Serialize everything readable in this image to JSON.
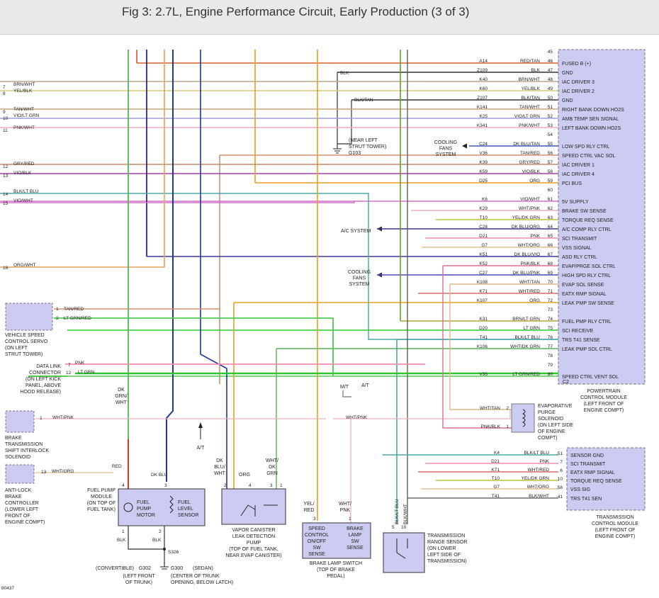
{
  "title": "Fig 3: 2.7L, Engine Performance Circuit, Early Production (3 of 3)",
  "figure_id": "80437",
  "colors": {
    "red_tan": "#d4602a",
    "blk": "#333333",
    "brn_wht": "#b8a589",
    "yel_blk": "#d9c879",
    "tan_wht": "#c9a77a",
    "vio_ltgrn": "#9ea0d8",
    "pnk_wht": "#f0a8c8",
    "gry_red": "#c98a6a",
    "vio_blk": "#a040a0",
    "blk_ltblu": "#4aa8a8",
    "vio_wht": "#d070c8",
    "org_wht": "#e3a260",
    "dkblu": "#2a4aa8",
    "org": "#e8a020",
    "ltgrn": "#2ec82e",
    "ltgrn_red": "#50c850",
    "module_fill": "#ccccf2",
    "module_stroke": "#777777"
  },
  "pcm": {
    "name_lines": [
      "POWERTRAIN",
      "CONTROL MODULE",
      "(LEFT FRONT OF",
      "ENGINE COMPT)"
    ],
    "bottom_connector": "C2",
    "pins": [
      {
        "pin": "45",
        "circuit": "",
        "wire": "",
        "func": ""
      },
      {
        "pin": "46",
        "circuit": "A14",
        "wire": "RED/TAN",
        "func": "FUSED B (+)"
      },
      {
        "pin": "47",
        "circuit": "Z109",
        "wire": "BLK",
        "func": "GND"
      },
      {
        "pin": "48",
        "circuit": "K40",
        "wire": "BRN/WHT",
        "func": "IAC DRIVER 3"
      },
      {
        "pin": "49",
        "circuit": "K60",
        "wire": "YEL/BLK",
        "func": "IAC DRIVER 2"
      },
      {
        "pin": "50",
        "circuit": "Z107",
        "wire": "BLK/TAN",
        "func": "GND"
      },
      {
        "pin": "51",
        "circuit": "K141",
        "wire": "TAN/WHT",
        "func": "RIGHT BANK DOWN HO2S"
      },
      {
        "pin": "52",
        "circuit": "K25",
        "wire": "VIO/LT GRN",
        "func": "AMB TEMP SEN SIGNAL"
      },
      {
        "pin": "53",
        "circuit": "K341",
        "wire": "PNK/WHT",
        "func": "LEFT BANK DOWN HO2S"
      },
      {
        "pin": "54",
        "circuit": "",
        "wire": "",
        "func": ""
      },
      {
        "pin": "55",
        "circuit": "C24",
        "wire": "DK BLU/TAN",
        "func": "LOW SPD RLY CTRL"
      },
      {
        "pin": "56",
        "circuit": "V36",
        "wire": "TAN/RED",
        "func": "SPEED CTRL VAC SOL"
      },
      {
        "pin": "57",
        "circuit": "K39",
        "wire": "GRY/RED",
        "func": "IAC DRIVER 1"
      },
      {
        "pin": "58",
        "circuit": "K59",
        "wire": "VIO/BLK",
        "func": "IAC DRIVER 4"
      },
      {
        "pin": "59",
        "circuit": "D25",
        "wire": "ORG",
        "func": "PCI BUS"
      },
      {
        "pin": "60",
        "circuit": "",
        "wire": "",
        "func": ""
      },
      {
        "pin": "61",
        "circuit": "K6",
        "wire": "VIO/WHT",
        "func": "5V SUPPLY"
      },
      {
        "pin": "62",
        "circuit": "K29",
        "wire": "WHT/PNK",
        "func": "BRAKE SW SENSE"
      },
      {
        "pin": "63",
        "circuit": "T10",
        "wire": "YEL/DK GRN",
        "func": "TORQUE REQ SENSE"
      },
      {
        "pin": "64",
        "circuit": "C28",
        "wire": "DK BLU/ORG",
        "func": "A/C COMP RLY CTRL"
      },
      {
        "pin": "65",
        "circuit": "D21",
        "wire": "PNK",
        "func": "SCI TRANSMIT"
      },
      {
        "pin": "66",
        "circuit": "G7",
        "wire": "WHT/ORG",
        "func": "VSS SIGNAL"
      },
      {
        "pin": "67",
        "circuit": "K51",
        "wire": "DK BLU/VIO",
        "func": "ASD RLY CTRL"
      },
      {
        "pin": "68",
        "circuit": "K52",
        "wire": "PNK/BLK",
        "func": "EVAP/PRGE SOL CTRL"
      },
      {
        "pin": "69",
        "circuit": "C27",
        "wire": "DK BLU/PNK",
        "func": "HIGH SPD RLY CTRL"
      },
      {
        "pin": "70",
        "circuit": "K108",
        "wire": "WHT/TAN",
        "func": "EVAP SOL SENSE"
      },
      {
        "pin": "71",
        "circuit": "K71",
        "wire": "WHT/RED",
        "func": "EATX RMP SIGNAL"
      },
      {
        "pin": "72",
        "circuit": "K107",
        "wire": "ORG",
        "func": "LEAK PMP SW SENSE"
      },
      {
        "pin": "73",
        "circuit": "",
        "wire": "",
        "func": ""
      },
      {
        "pin": "74",
        "circuit": "K31",
        "wire": "BRN/LT GRN",
        "func": "FUEL PMP RLY CTRL"
      },
      {
        "pin": "75",
        "circuit": "D20",
        "wire": "LT GRN",
        "func": "SCI RECEIVE"
      },
      {
        "pin": "76",
        "circuit": "T41",
        "wire": "BLK/LT BLU",
        "func": "TRS T41 SENSE"
      },
      {
        "pin": "77",
        "circuit": "K106",
        "wire": "WHT/DK GRN",
        "func": "LEAK PMP SOL CTRL"
      },
      {
        "pin": "78",
        "circuit": "",
        "wire": "",
        "func": ""
      },
      {
        "pin": "79",
        "circuit": "",
        "wire": "",
        "func": ""
      },
      {
        "pin": "80",
        "circuit": "V35",
        "wire": "LT GRN/RED",
        "func": "SPEED CTRL VENT SOL"
      }
    ]
  },
  "tcm": {
    "name_lines": [
      "TRANSMISSION",
      "CONTROL MODULE",
      "(LEFT FRONT OF",
      "ENGINE COMPT)"
    ],
    "pins": [
      {
        "pin": "51",
        "circuit": "K4",
        "wire": "BLK/LT BLU",
        "func": "SENSOR GND"
      },
      {
        "pin": "7",
        "circuit": "D21",
        "wire": "PNK",
        "func": "SCI TRANSMIT"
      },
      {
        "pin": "6",
        "circuit": "K71",
        "wire": "WHT/RED",
        "func": "EATX RMP SIGNAL"
      },
      {
        "pin": "10",
        "circuit": "T10",
        "wire": "YEL/DK GRN",
        "func": "TORQUE REQ SENSE"
      },
      {
        "pin": "58",
        "circuit": "G7",
        "wire": "WHT/ORG",
        "func": "VSS SIG"
      },
      {
        "pin": "41",
        "circuit": "T41",
        "wire": "BLK/WHT",
        "func": "TRS T41 SEN"
      }
    ]
  },
  "left_wires": [
    {
      "num": "7",
      "wire": "BRN/WHT"
    },
    {
      "num": "8",
      "wire": "YEL/BLK"
    },
    {
      "num": "9",
      "wire": "TAN/WHT"
    },
    {
      "num": "10",
      "wire": "VIO/LT GRN"
    },
    {
      "num": "11",
      "wire": "PNK/WHT"
    },
    {
      "num": "12",
      "wire": "GRY/RED"
    },
    {
      "num": "13",
      "wire": "VIO/BLK"
    },
    {
      "num": "14",
      "wire": "BLK/LT BLU"
    },
    {
      "num": "15",
      "wire": "VIO/WHT"
    },
    {
      "num": "16",
      "wire": "ORG/WHT"
    }
  ],
  "ground_g103": {
    "wire": "BLK",
    "lines": [
      "(NEAR LEFT",
      "STRUT TOWER)",
      "G103"
    ],
    "wire2": "BLK/TAN"
  },
  "cooling_fans_1": [
    "COOLING",
    "FANS",
    "SYSTEM"
  ],
  "cooling_fans_2": [
    "COOLING",
    "FANS",
    "SYSTEM"
  ],
  "ac_system": "A/C SYSTEM",
  "speed_servo": {
    "lines": [
      "VEHICLE SPEED",
      "CONTROL SERVO",
      "(ON LEFT",
      "STRUT TOWER)"
    ],
    "pin1": "1",
    "wire1": "TAN/RED",
    "pin2": "2",
    "wire2": "LT GRN/RED"
  },
  "dlc": {
    "lines": [
      "DATA LINK",
      "CONNECTOR",
      "(ON LEFT KICK",
      "PANEL, ABOVE",
      "HOOD RELEASE)"
    ],
    "pin1": "7",
    "wire1": "PNK",
    "pin2": "12",
    "wire2": "LT GRN"
  },
  "dk_grn_wht": [
    "DK",
    "GRN/",
    "WHT"
  ],
  "mt": "M/T",
  "at": "A/T",
  "at_arrow": "A/T",
  "btsi": {
    "lines": [
      "BRAKE",
      "TRANSMISSION",
      "SHIFT INTERLOCK",
      "SOLENOID"
    ],
    "pin": "1",
    "wire": "WHT/PNK",
    "wire_right": "WHT/PNK"
  },
  "abs": {
    "lines": [
      "ANTI-LOCK",
      "BRAKE",
      "CONTROLLER",
      "(LOWER LEFT",
      "FRONT OF",
      "ENGINE COMPT)"
    ],
    "pin": "13",
    "wire": "WHT/ORG"
  },
  "evap_sol": {
    "lines": [
      "EVAPORATIVE",
      "PURGE",
      "SOLENOID",
      "(ON LEFT SIDE",
      "OF ENGINE",
      "COMPT)"
    ],
    "pin2": "2",
    "wire2": "WHT/TAN",
    "pin1": "1",
    "wire1": "PNK/BLK"
  },
  "fuel_pump": {
    "lines": [
      "FUEL PUMP",
      "MODULE",
      "(ON TOP OF",
      "FUEL TANK)"
    ],
    "motor": [
      "FUEL",
      "PUMP",
      "MOTOR"
    ],
    "sensor": [
      "FUEL",
      "LEVEL",
      "SENSOR"
    ],
    "pin4": "4",
    "pin3": "3",
    "pin1": "1",
    "pin2": "2",
    "wire_red": "RED",
    "wire_dkblu": "DK BLU",
    "blk1": "BLK",
    "blk2": "BLK"
  },
  "ldp": {
    "lines": [
      "VAPOR CANISTER",
      "LEAK DETECTION",
      "PUMP",
      "(TOP OF FUEL TANK,",
      "NEAR EVAP CANISTER)"
    ],
    "pin2": "2",
    "pin4": "4",
    "pin3": "3",
    "pin1": "1",
    "wire_dkblu": [
      "DK",
      "BLU/",
      "WHT"
    ],
    "wire_org": "ORG",
    "wire_wht": [
      "WHT/",
      "DK",
      "GRN"
    ]
  },
  "brake_switch": {
    "lines": [
      "BRAKE LAMP SWITCH",
      "(TOP OF BRAKE",
      "PEDAL)"
    ],
    "left": [
      "SPEED",
      "CONTROL",
      "ON/OFF",
      "SW",
      "SENSE"
    ],
    "right": [
      "BRAKE",
      "LAMP",
      "SW",
      "SENSE"
    ],
    "pin3": "3",
    "pin1": "1",
    "wire_yel": [
      "YEL/",
      "RED"
    ],
    "wire_wht": [
      "WHT/",
      "PNK"
    ]
  },
  "trs": {
    "lines": [
      "TRANSMISSION",
      "RANGE SENSOR",
      "(ON LOWER",
      "LEFT SIDE OF",
      "TRANSMISSION)"
    ],
    "pin5": "5",
    "pin10": "10",
    "wire1": "BLK/LT BLU",
    "wire2": "BLK/WHT"
  },
  "grounds": {
    "s326": "S326",
    "g302": "G302",
    "g300": "G300",
    "convertible": "(CONVERTIBLE)",
    "sedan": "(SEDAN)",
    "g302_loc": [
      "(LEFT FRONT",
      "OF TRUNK)"
    ],
    "g300_loc": [
      "(CENTER OF TRUNK",
      "OPENING, BELOW LATCH)"
    ]
  }
}
